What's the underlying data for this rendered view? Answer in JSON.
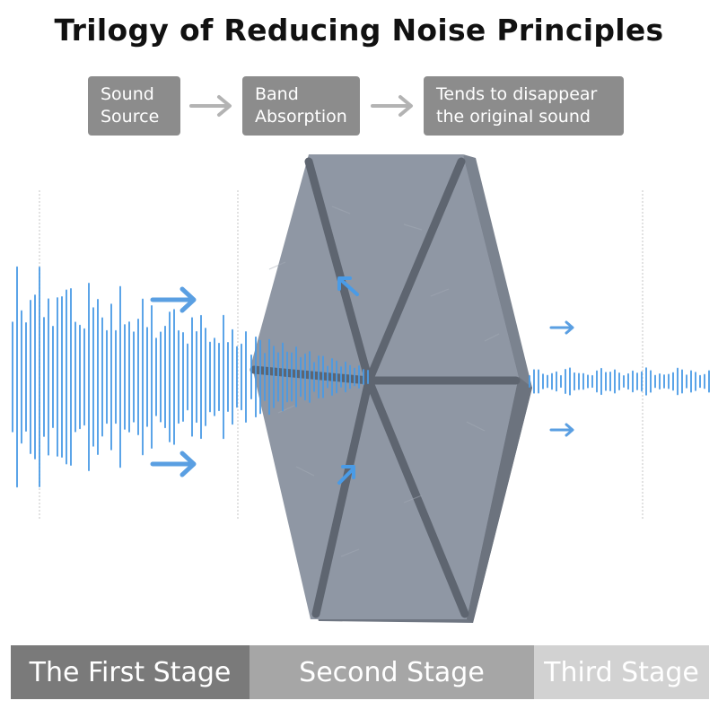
{
  "title": "Trilogy of Reducing Noise Principles",
  "steps": [
    {
      "line1": "Sound",
      "line2": "Source"
    },
    {
      "line1": "Band",
      "line2": "Absorption"
    },
    {
      "line1": "Tends to disappear",
      "line2": "the original sound"
    }
  ],
  "stages": [
    {
      "label": "The First Stage",
      "color": "#7a7a7a"
    },
    {
      "label": "Second Stage",
      "color": "#a6a6a6"
    },
    {
      "label": "Third Stage",
      "color": "#d2d2d2"
    }
  ],
  "colors": {
    "wave": "#4a9be6",
    "arrow_blue": "#5a9fe2",
    "arrow_gray": "#b3b3b3",
    "panel": "#8e96a3",
    "panel_groove": "#5e6570"
  }
}
